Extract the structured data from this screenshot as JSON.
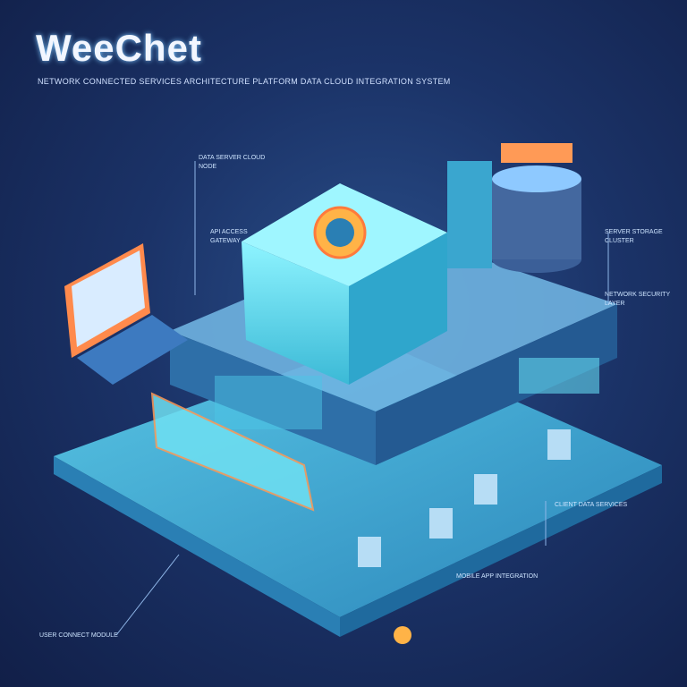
{
  "header": {
    "title": "WeeChet",
    "subtitle": "NETWORK CONNECTED SERVICES ARCHITECTURE PLATFORM DATA CLOUD INTEGRATION SYSTEM"
  },
  "notes": [
    "DATA SERVER CLOUD NODE",
    "API ACCESS GATEWAY",
    "SERVER STORAGE CLUSTER",
    "NETWORK SECURITY LAYER",
    "CLIENT DATA SERVICES",
    "MOBILE APP INTEGRATION",
    "USER CONNECT MODULE"
  ],
  "colors": {
    "background": "#1b3368",
    "platform": "#4fc3e8",
    "accent": "#ff8a4c",
    "glow": "#7ff0ff"
  }
}
